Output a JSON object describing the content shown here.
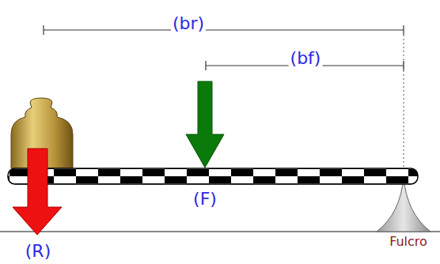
{
  "diagram": {
    "labels": [
      "(br)",
      "(bf)",
      "(F)",
      "(R)",
      "Fulcro"
    ]
  }
}
